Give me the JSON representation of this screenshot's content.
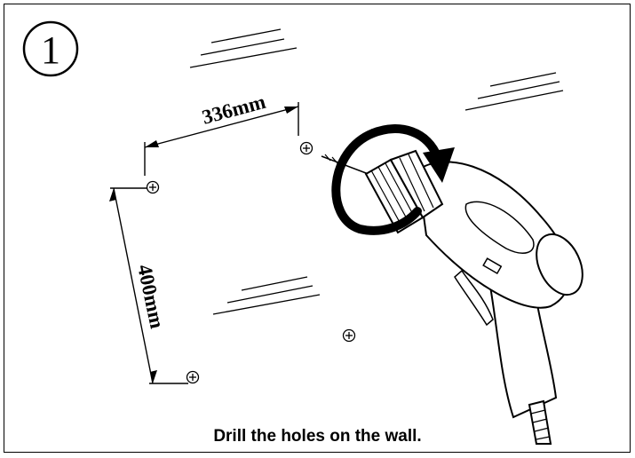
{
  "step": {
    "number": "1"
  },
  "dimensions": {
    "width_label": "336mm",
    "height_label": "400mm"
  },
  "caption": "Drill the holes on the wall."
}
